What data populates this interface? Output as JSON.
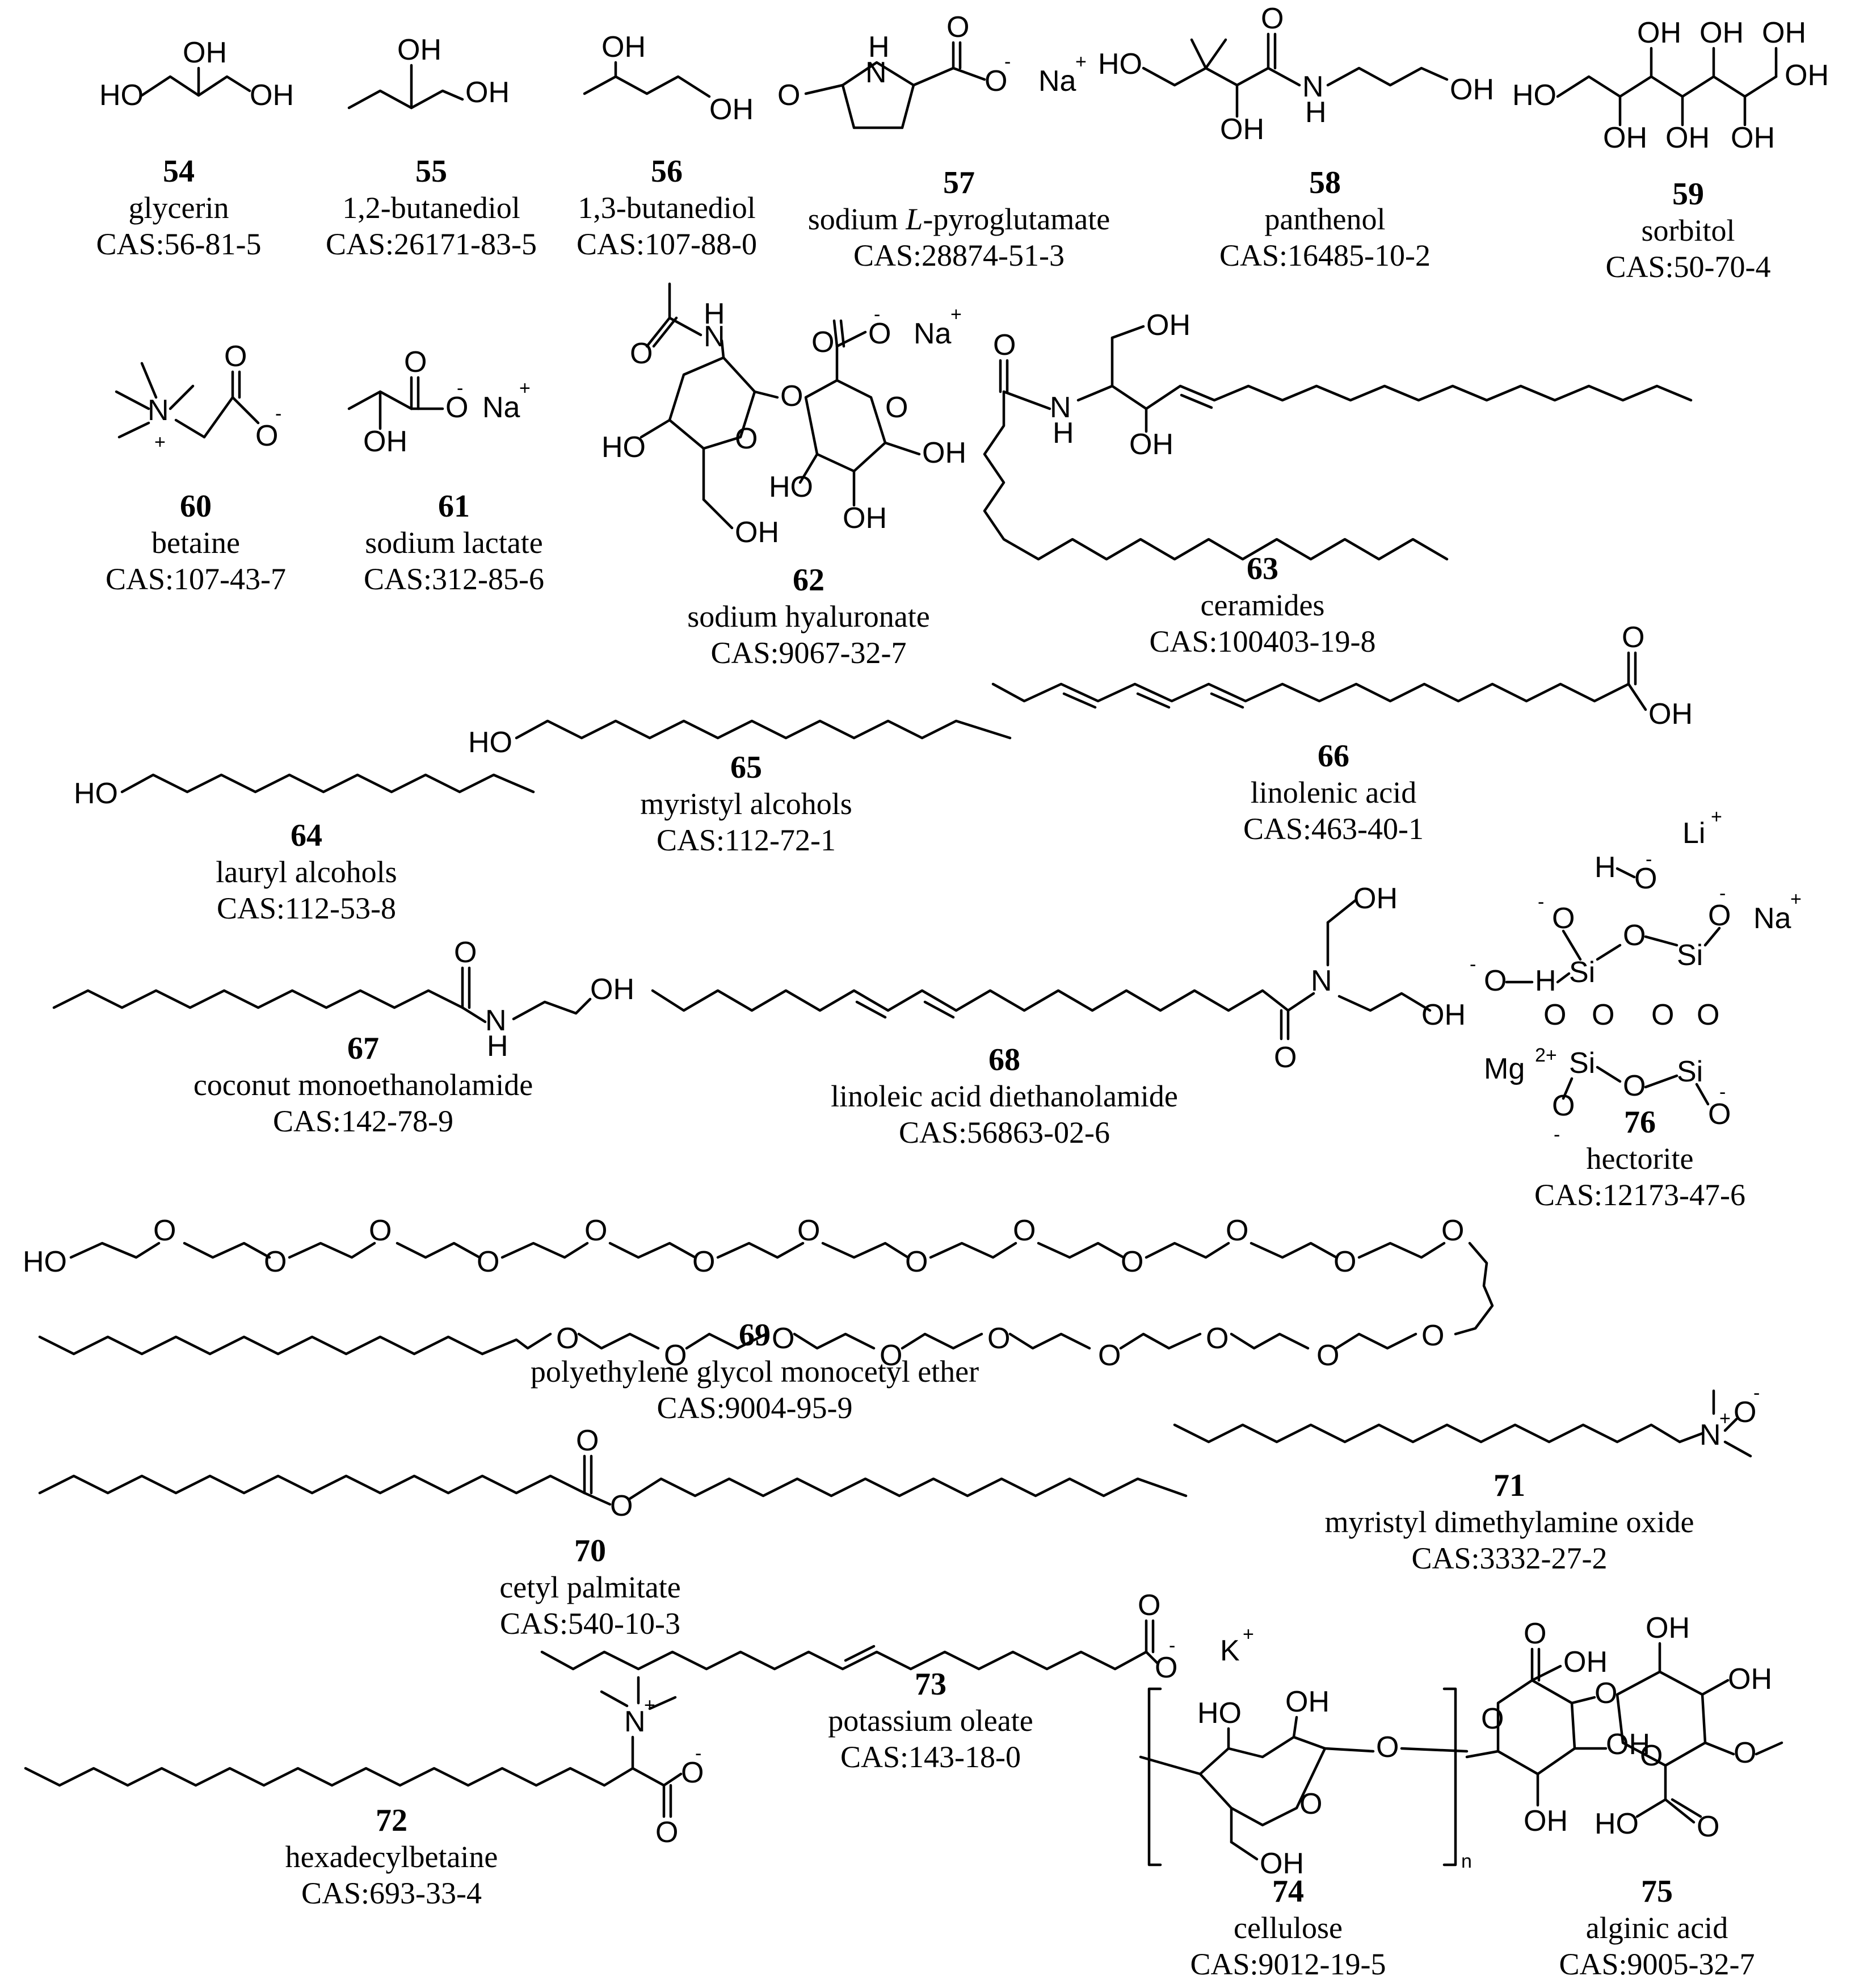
{
  "compounds": [
    {
      "number": "54",
      "name": "glycerin",
      "cas": "CAS:56-81-5"
    },
    {
      "number": "55",
      "name": "1,2-butanediol",
      "cas": "CAS:26171-83-5"
    },
    {
      "number": "56",
      "name": "1,3-butanediol",
      "cas": "CAS:107-88-0"
    },
    {
      "number": "57",
      "name": "sodium L-pyroglutamate",
      "cas": "CAS:28874-51-3"
    },
    {
      "number": "58",
      "name": "panthenol",
      "cas": "CAS:16485-10-2"
    },
    {
      "number": "59",
      "name": "sorbitol",
      "cas": "CAS:50-70-4"
    },
    {
      "number": "60",
      "name": "betaine",
      "cas": "CAS:107-43-7"
    },
    {
      "number": "61",
      "name": "sodium lactate",
      "cas": "CAS:312-85-6"
    },
    {
      "number": "62",
      "name": "sodium hyaluronate",
      "cas": "CAS:9067-32-7"
    },
    {
      "number": "63",
      "name": "ceramides",
      "cas": "CAS:100403-19-8"
    },
    {
      "number": "64",
      "name": "lauryl alcohols",
      "cas": "CAS:112-53-8"
    },
    {
      "number": "65",
      "name": "myristyl alcohols",
      "cas": "CAS:112-72-1"
    },
    {
      "number": "66",
      "name": "linolenic acid",
      "cas": "CAS:463-40-1"
    },
    {
      "number": "67",
      "name": "coconut monoethanolamide",
      "cas": "CAS:142-78-9"
    },
    {
      "number": "68",
      "name": "linoleic acid diethanolamide",
      "cas": "CAS:56863-02-6"
    },
    {
      "number": "69",
      "name": "polyethylene glycol monocetyl ether",
      "cas": "CAS:9004-95-9"
    },
    {
      "number": "70",
      "name": "cetyl palmitate",
      "cas": "CAS:540-10-3"
    },
    {
      "number": "71",
      "name": "myristyl dimethylamine oxide",
      "cas": "CAS:3332-27-2"
    },
    {
      "number": "72",
      "name": "hexadecylbetaine",
      "cas": "CAS:693-33-4"
    },
    {
      "number": "73",
      "name": "potassium oleate",
      "cas": "CAS:143-18-0"
    },
    {
      "number": "74",
      "name": "cellulose",
      "cas": "CAS:9012-19-5"
    },
    {
      "number": "75",
      "name": "alginic acid",
      "cas": "CAS:9005-32-7"
    },
    {
      "number": "76",
      "name": "hectorite",
      "cas": "CAS:12173-47-6"
    }
  ],
  "atom_labels": {
    "oh": "OH",
    "ho": "HO",
    "o": "O",
    "n": "N",
    "h": "H",
    "na": "Na",
    "k": "K",
    "li": "Li",
    "si": "Si",
    "mg": "Mg",
    "plus": "+",
    "minus": "-",
    "two_plus": "2+",
    "n_plus": "N+",
    "n_sub": "n"
  }
}
